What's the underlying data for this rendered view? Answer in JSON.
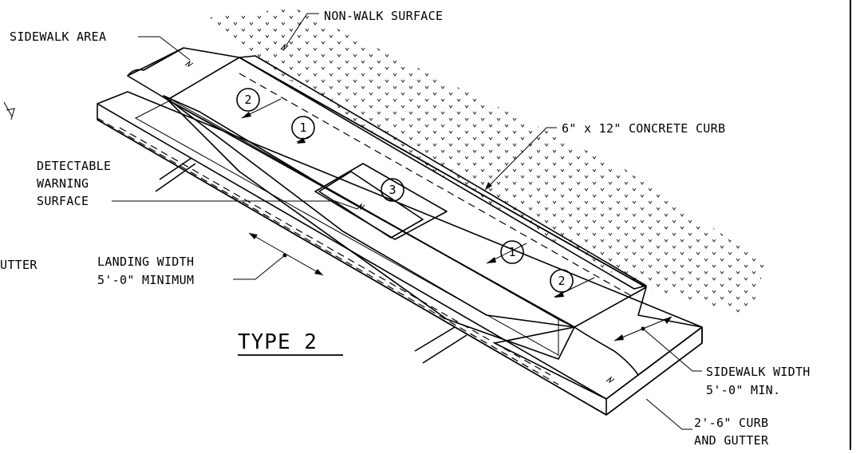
{
  "labels": {
    "non_walk_surface": "NON-WALK SURFACE",
    "sidewalk_area": "SIDEWALK AREA",
    "concrete_curb": "6\" x 12\" CONCRETE CURB",
    "detectable_line1": "DETECTABLE",
    "detectable_line2": "WARNING",
    "detectable_line3": "SURFACE",
    "landing_width_line1": "LANDING WIDTH",
    "landing_width_line2": "5'-0\" MINIMUM",
    "type_title": "TYPE 2",
    "sidewalk_width_line1": "SIDEWALK WIDTH",
    "sidewalk_width_line2": "5'-0\" MIN.",
    "curb_gutter_line1": "2'-6\" CURB",
    "curb_gutter_line2": "AND GUTTER",
    "left_cut_gutter": "UTTER"
  },
  "callouts": {
    "c1": "1",
    "c2": "2",
    "c3": "3"
  },
  "colors": {
    "line": "#000000",
    "shade": "#d9d9d9",
    "background": "#ffffff"
  }
}
